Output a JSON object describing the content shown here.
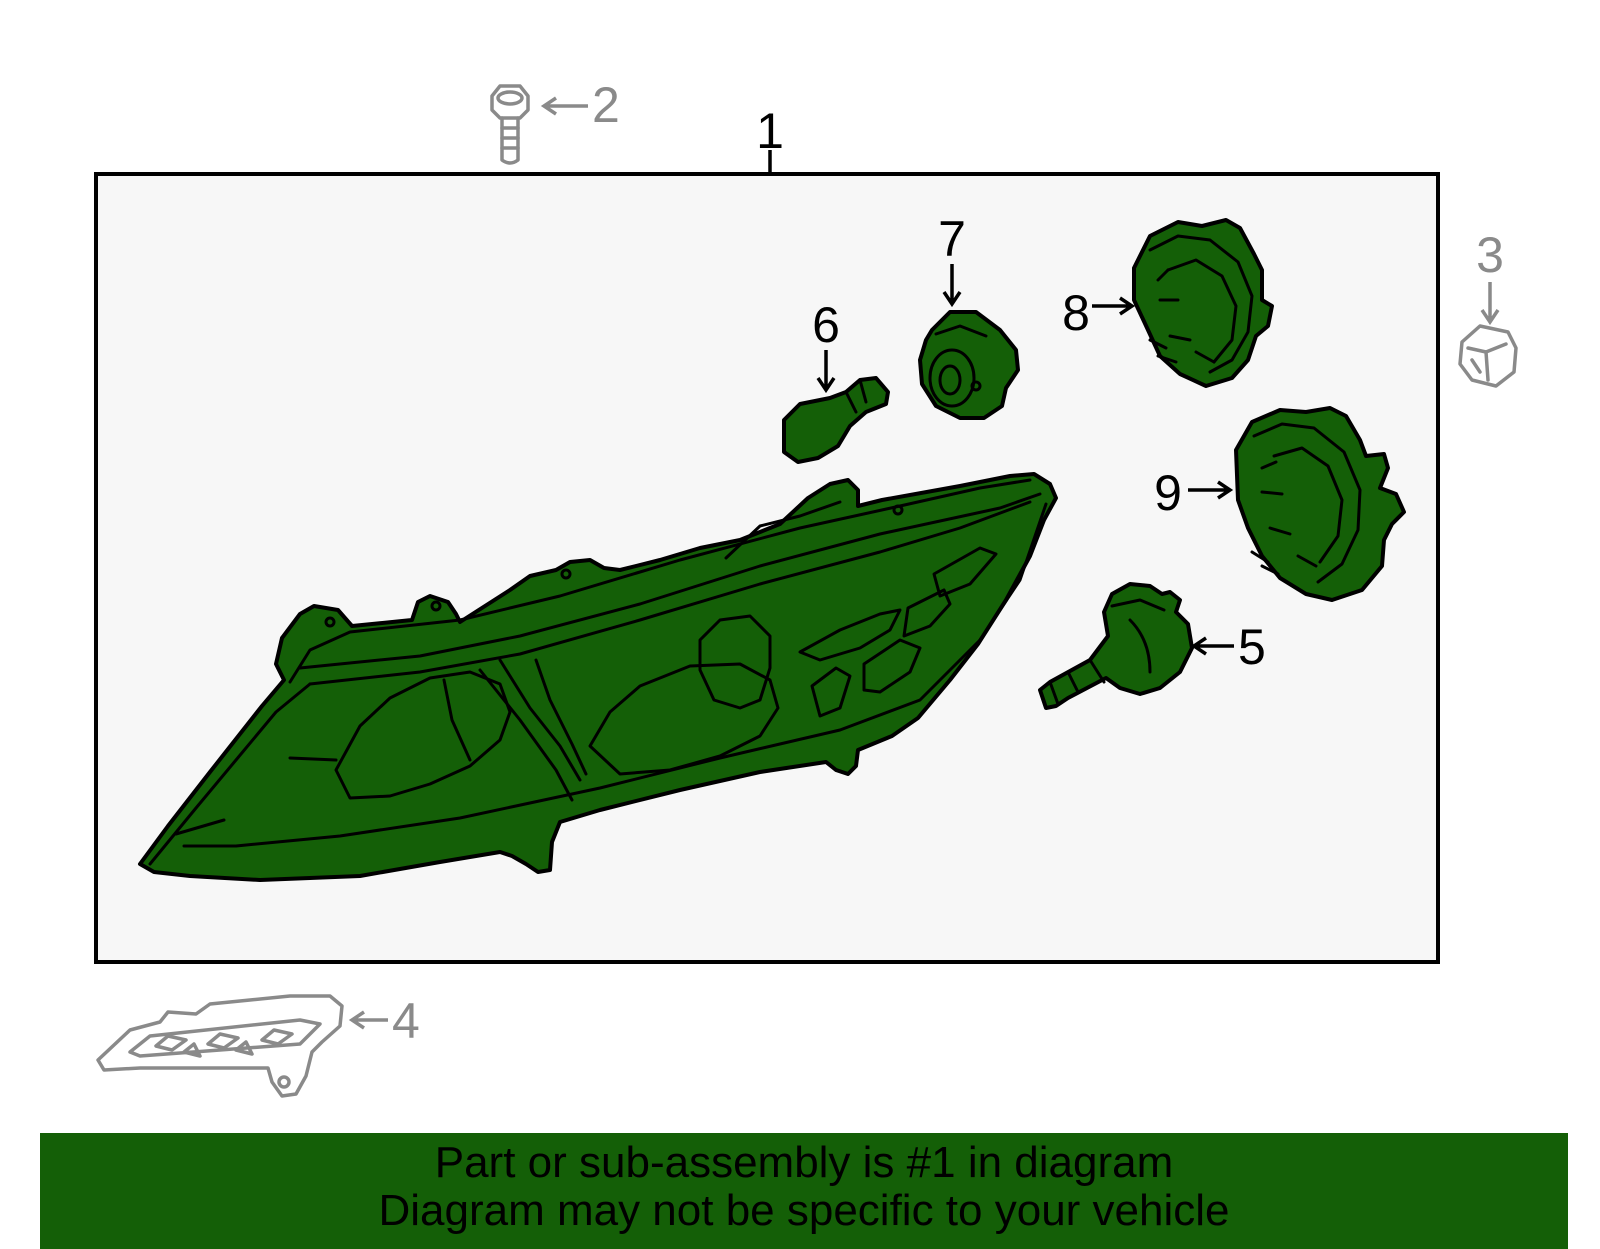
{
  "diagram": {
    "callouts": [
      "1",
      "2",
      "3",
      "4",
      "5",
      "6",
      "7",
      "8",
      "9"
    ],
    "part_color": "#145f07",
    "highlighted_part": "1",
    "greyed_parts": [
      "2",
      "3",
      "4"
    ]
  },
  "banner": {
    "line1": "Part or sub-assembly is #1 in diagram",
    "line2": "Diagram may not be specific to your vehicle",
    "background": "#145f07"
  }
}
